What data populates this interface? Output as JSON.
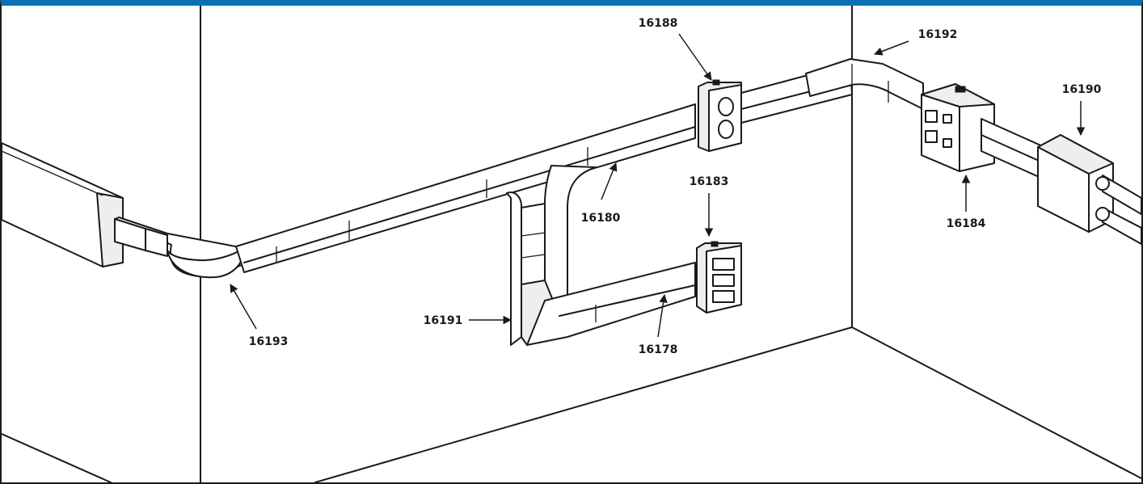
{
  "colors": {
    "top_bar": "#0a6fb5",
    "line": "#1a1a1a",
    "background": "#ffffff"
  },
  "callouts": [
    {
      "id": "c16188",
      "text": "16188"
    },
    {
      "id": "c16192",
      "text": "16192"
    },
    {
      "id": "c16190",
      "text": "16190"
    },
    {
      "id": "c16183",
      "text": "16183"
    },
    {
      "id": "c16180",
      "text": "16180"
    },
    {
      "id": "c16184",
      "text": "16184"
    },
    {
      "id": "c16191",
      "text": "16191"
    },
    {
      "id": "c16193",
      "text": "16193"
    },
    {
      "id": "c16178",
      "text": "16178"
    }
  ]
}
